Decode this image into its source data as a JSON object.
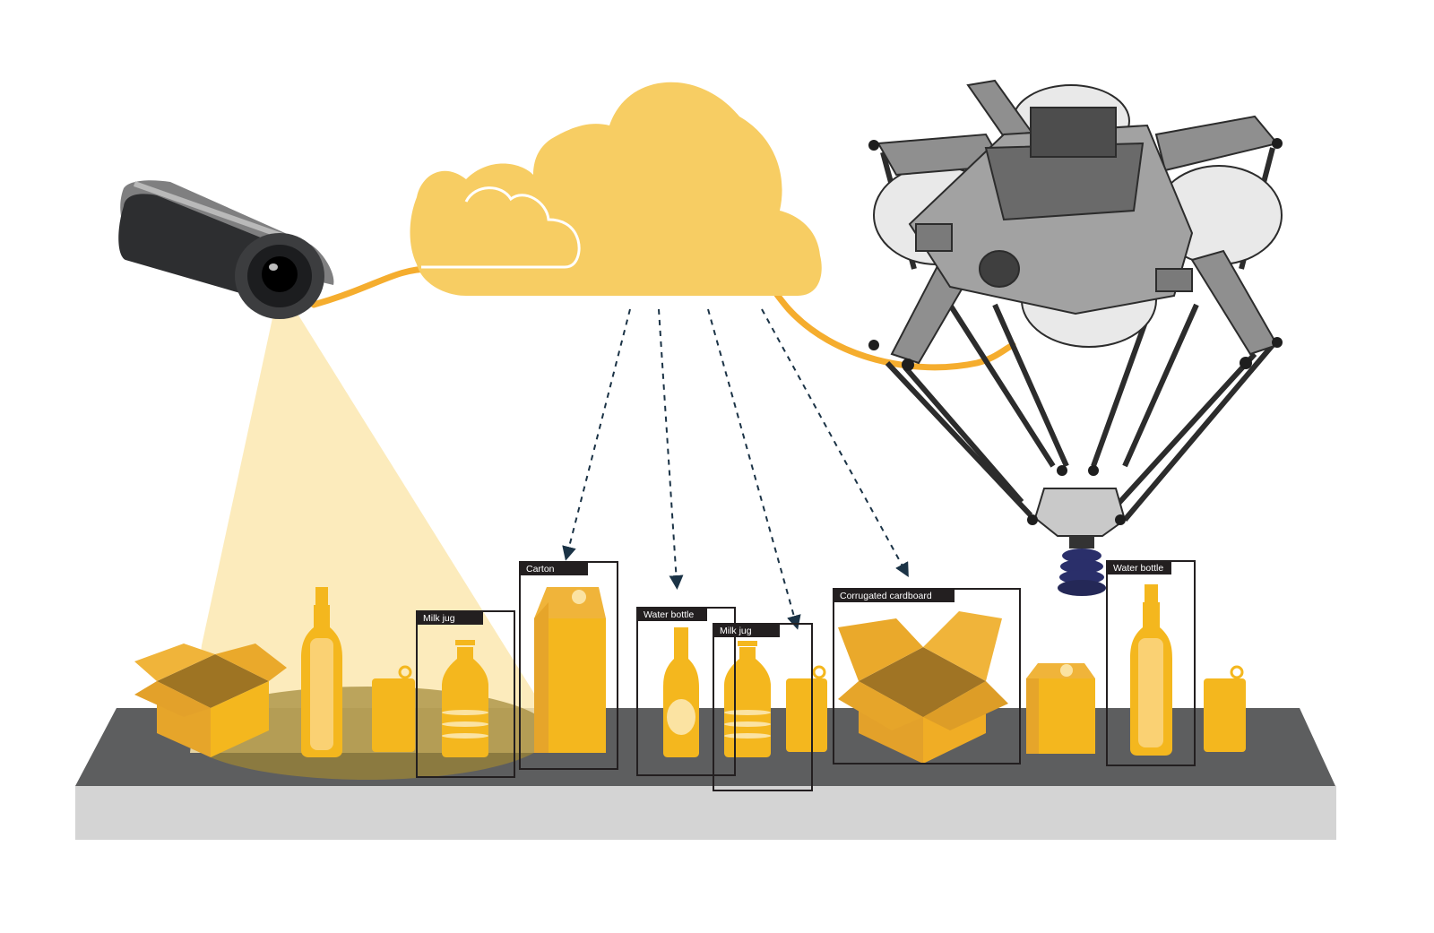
{
  "colors": {
    "background": "#ffffff",
    "accent_yellow": "#f4b71e",
    "cloud_yellow": "#f7cd63",
    "cable_orange": "#f5ad2e",
    "belt_top": "#5d5e5f",
    "belt_front": "#d4d4d4",
    "robot_gray": "#8f8f8f",
    "arrow_navy": "#1b3346",
    "label_bg": "#231f20",
    "suction_cup": "#2a2f6a"
  },
  "icons": [
    "security-camera-icon",
    "cloud-icon",
    "delta-robot-icon",
    "conveyor-belt-icon",
    "suction-cup-icon"
  ],
  "detections": [
    {
      "label": "Milk jug"
    },
    {
      "label": "Carton"
    },
    {
      "label": "Water bottle"
    },
    {
      "label": "Milk jug"
    },
    {
      "label": "Corrugated cardboard"
    },
    {
      "label": "Water bottle"
    }
  ]
}
